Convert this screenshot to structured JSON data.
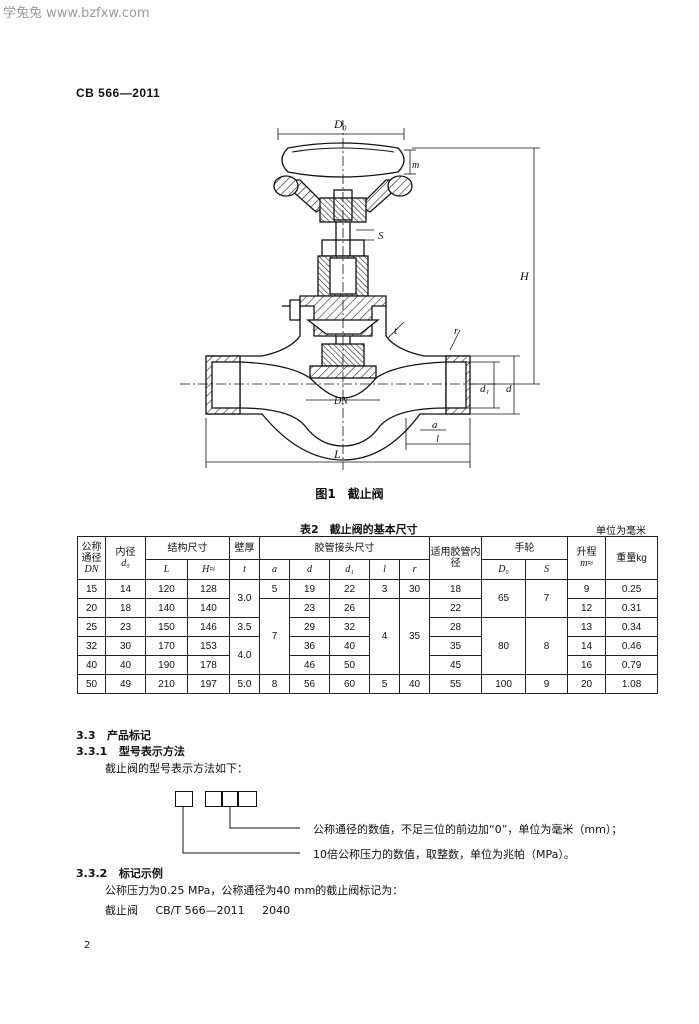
{
  "watermark": "学兔兔 www.bzfxw.com",
  "doc_code": "CB 566—2011",
  "figure": {
    "caption": "图1　截止阀",
    "labels": {
      "D0": "D₀",
      "m": "m",
      "S": "S",
      "H": "H",
      "t": "t",
      "r": "r",
      "d1": "d₁",
      "d": "d",
      "DN": "DN",
      "a": "a",
      "l": "l",
      "L": "L"
    }
  },
  "table": {
    "title": "表2　截止阀的基本尺寸",
    "unit": "单位为毫米",
    "headers": {
      "nominal_size": "公称通径",
      "DN": "DN",
      "inner_dia": "内径",
      "d0": "d₀",
      "structure": "结构尺寸",
      "L": "L",
      "H": "H≈",
      "wall": "壁厚",
      "t": "t",
      "hose_joint": "胶管接头尺寸",
      "a": "a",
      "d": "d",
      "d1": "d₁",
      "l": "l",
      "r": "r",
      "hose_inner": "适用胶管内径",
      "handwheel": "手轮",
      "D0": "D₀",
      "S": "S",
      "lift": "升程",
      "lift_unit": "m≈",
      "weight": "重量kg"
    },
    "rows": [
      [
        "15",
        "14",
        "120",
        "128",
        "19",
        "22",
        "18",
        "9",
        "0.25"
      ],
      [
        "20",
        "18",
        "140",
        "140",
        "23",
        "26",
        "22",
        "12",
        "0.31"
      ],
      [
        "25",
        "23",
        "150",
        "146",
        "29",
        "32",
        "28",
        "13",
        "0.34"
      ],
      [
        "32",
        "30",
        "170",
        "153",
        "36",
        "40",
        "35",
        "14",
        "0.46"
      ],
      [
        "40",
        "40",
        "190",
        "178",
        "46",
        "50",
        "45",
        "16",
        "0.79"
      ],
      [
        "50",
        "49",
        "210",
        "197",
        "56",
        "60",
        "55",
        "20",
        "1.08"
      ]
    ],
    "merged": {
      "t_1": "3.0",
      "t_2": "3.5",
      "t_3": "4.0",
      "t_4": "5.0",
      "a_1": "5",
      "a_2": "7",
      "a_3": "8",
      "l_1": "3",
      "l_2": "4",
      "l_3": "5",
      "r_1": "30",
      "r_2": "35",
      "r_3": "40",
      "D0_1": "65",
      "D0_2": "80",
      "D0_3": "100",
      "S_1": "7",
      "S_2": "8",
      "S_3": "9"
    }
  },
  "sections": {
    "s33_num": "3.3",
    "s33_title": "产品标记",
    "s331_num": "3.3.1",
    "s331_title": "型号表示方法",
    "s331_text": "截止阀的型号表示方法如下：",
    "note_1": "公称通径的数值，不足三位的前边加“0”，单位为毫米（mm）；",
    "note_2": "10倍公称压力的数值，取整数，单位为兆帕（MPa）。",
    "s332_num": "3.3.2",
    "s332_title": "标记示例",
    "s332_text": "公称压力为0.25 MPa，公称通径为40 mm的截止阀标记为：",
    "example_name": "截止阀",
    "example_std": "CB/T 566—2011",
    "example_code": "2040"
  },
  "page_number": "2"
}
